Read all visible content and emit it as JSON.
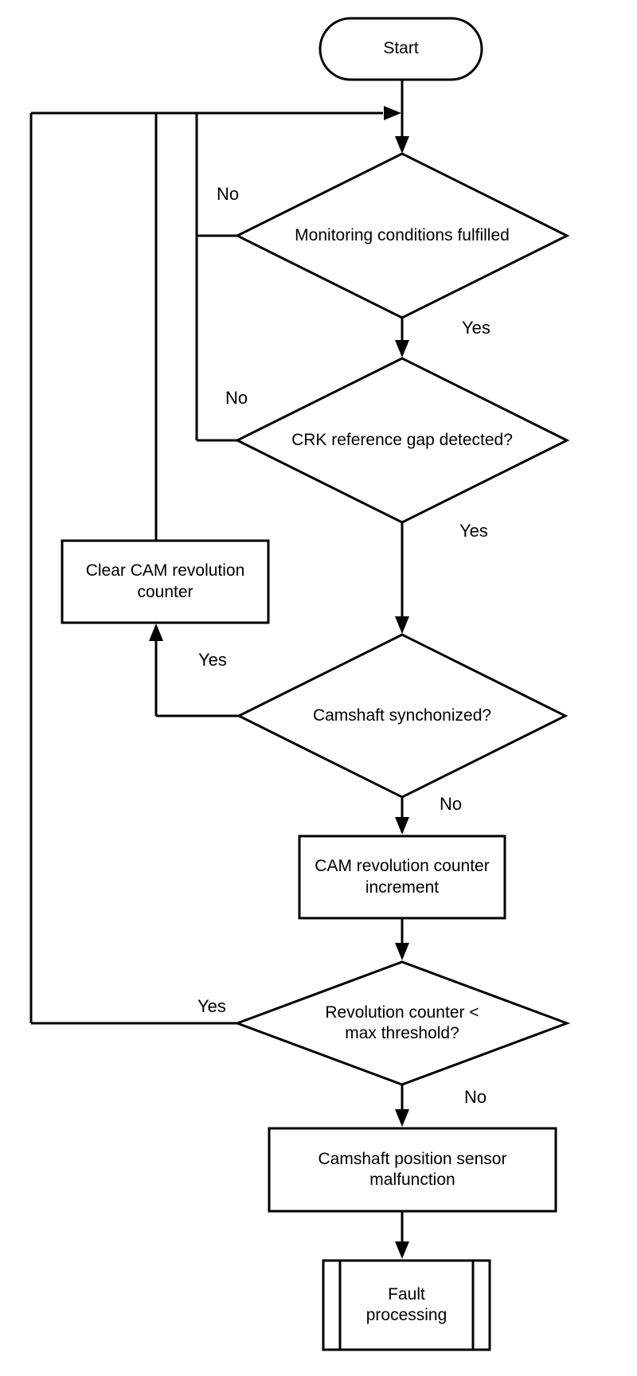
{
  "diagram": {
    "type": "flowchart",
    "background_color": "#ffffff",
    "stroke_color": "#000000",
    "text_color": "#000000",
    "nodes": {
      "start": {
        "type": "terminator",
        "label": "Start"
      },
      "monitoring": {
        "type": "decision",
        "label": "Monitoring conditions fulfilled"
      },
      "crk_gap": {
        "type": "decision",
        "label": "CRK reference gap detected?"
      },
      "clear_cam": {
        "type": "process",
        "label": "Clear CAM revolution\ncounter"
      },
      "camshaft_sync": {
        "type": "decision",
        "label": "Camshaft synchonized?"
      },
      "cam_increment": {
        "type": "process",
        "label": "CAM revolution counter\nincrement"
      },
      "rev_threshold": {
        "type": "decision",
        "label": "Revolution counter <\nmax threshold?"
      },
      "sensor_malfunction": {
        "type": "process",
        "label": "Camshaft position sensor\nmalfunction"
      },
      "fault_processing": {
        "type": "predefined_process",
        "label": "Fault\nprocessing"
      }
    },
    "edge_labels": {
      "monitoring_no": "No",
      "monitoring_yes": "Yes",
      "crk_gap_no": "No",
      "crk_gap_yes": "Yes",
      "camshaft_sync_yes": "Yes",
      "camshaft_sync_no": "No",
      "rev_threshold_yes": "Yes",
      "rev_threshold_no": "No"
    }
  }
}
